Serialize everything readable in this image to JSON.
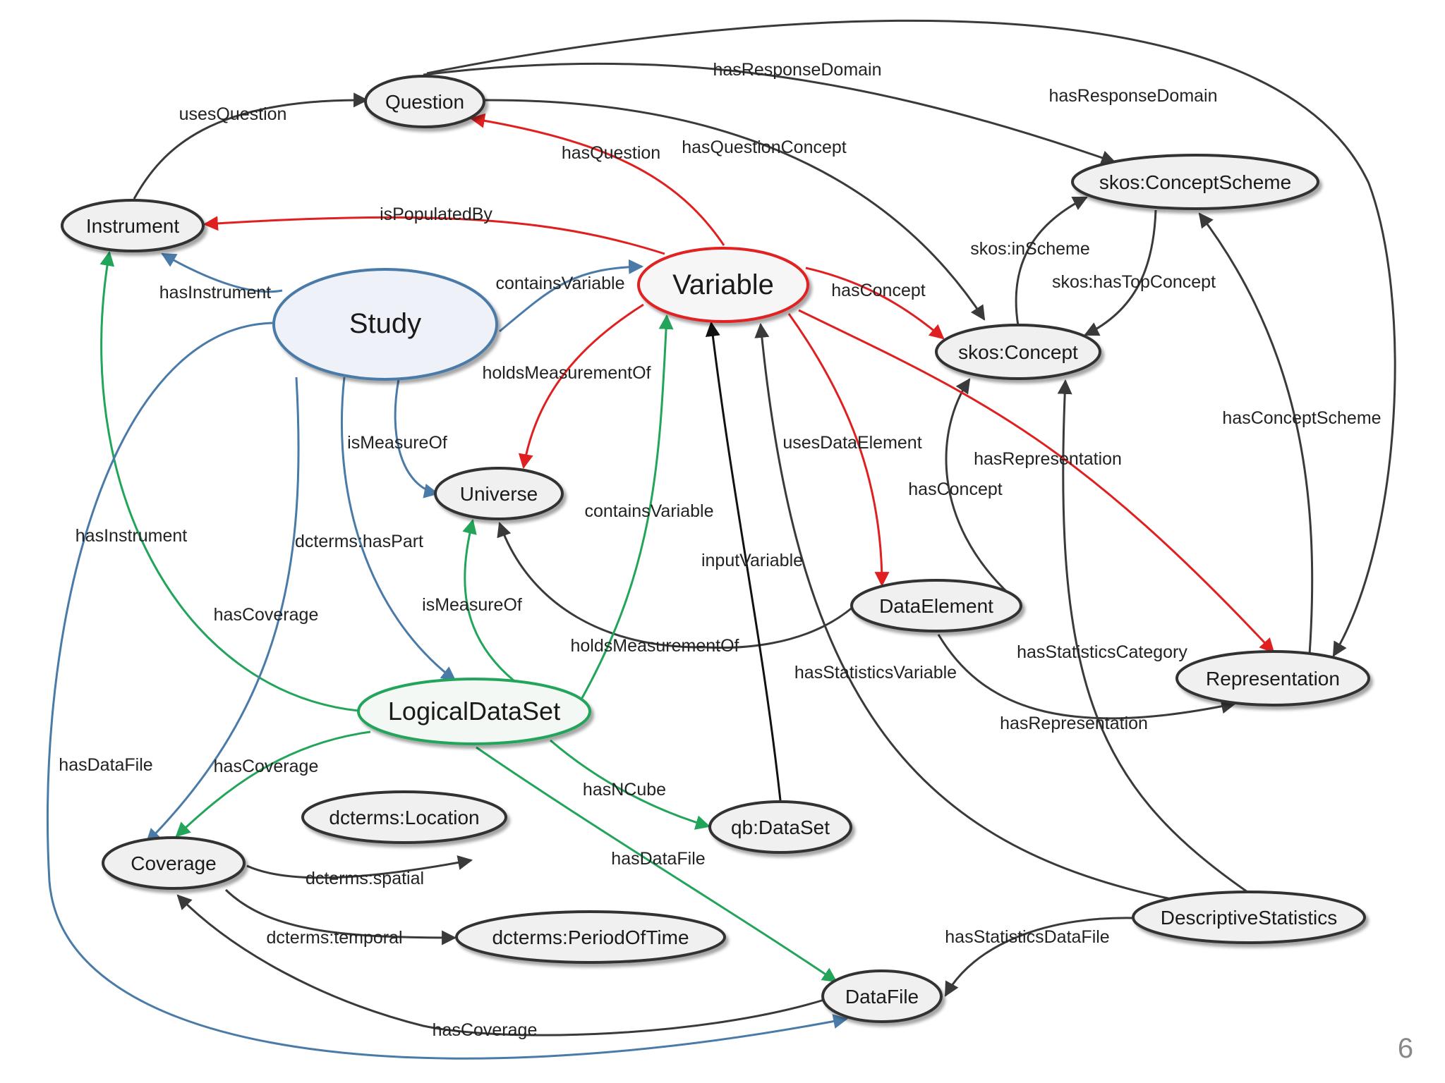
{
  "colors": {
    "black": "#3a3a3a",
    "blackBold": "#111111",
    "red": "#e02020",
    "green": "#22a55a",
    "blue": "#4a7aa8",
    "nodeFill": "#f0f0f0",
    "nodeStroke": "#333333"
  },
  "nodes": {
    "question": "Question",
    "instrument": "Instrument",
    "study": "Study",
    "variable": "Variable",
    "concept_scheme": "skos:ConceptScheme",
    "concept": "skos:Concept",
    "universe": "Universe",
    "data_element": "DataElement",
    "representation": "Representation",
    "logical_dataset": "LogicalDataSet",
    "location": "dcterms:Location",
    "coverage": "Coverage",
    "qb_dataset": "qb:DataSet",
    "descriptive_statistics": "DescriptiveStatistics",
    "period_of_time": "dcterms:PeriodOfTime",
    "data_file": "DataFile"
  },
  "edges": {
    "uses_question": "usesQuestion",
    "has_response_domain_1": "hasResponseDomain",
    "has_response_domain_2": "hasResponseDomain",
    "has_question": "hasQuestion",
    "has_question_concept": "hasQuestionConcept",
    "is_populated_by": "isPopulatedBy",
    "skos_in_scheme": "skos:inScheme",
    "skos_has_top_concept": "skos:hasTopConcept",
    "has_instrument_1": "hasInstrument",
    "contains_variable_1": "containsVariable",
    "has_concept_1": "hasConcept",
    "holds_measurement_of_1": "holdsMeasurementOf",
    "has_concept_scheme": "hasConceptScheme",
    "is_measure_of_1": "isMeasureOf",
    "uses_data_element": "usesDataElement",
    "has_representation_1": "hasRepresentation",
    "has_concept_2": "hasConcept",
    "contains_variable_2": "containsVariable",
    "has_instrument_2": "hasInstrument",
    "dcterms_has_part": "dcterms:hasPart",
    "input_variable": "inputVariable",
    "is_measure_of_2": "isMeasureOf",
    "has_coverage_1": "hasCoverage",
    "holds_measurement_of_2": "holdsMeasurementOf",
    "has_statistics_category": "hasStatisticsCategory",
    "has_statistics_variable": "hasStatisticsVariable",
    "has_representation_2": "hasRepresentation",
    "has_data_file_1": "hasDataFile",
    "has_coverage_2": "hasCoverage",
    "has_ncube": "hasNCube",
    "has_data_file_2": "hasDataFile",
    "dcterms_spatial": "dcterms:spatial",
    "dcterms_temporal": "dcterms:temporal",
    "has_statistics_data_file": "hasStatisticsDataFile",
    "has_coverage_3": "hasCoverage"
  },
  "page_number": "6"
}
